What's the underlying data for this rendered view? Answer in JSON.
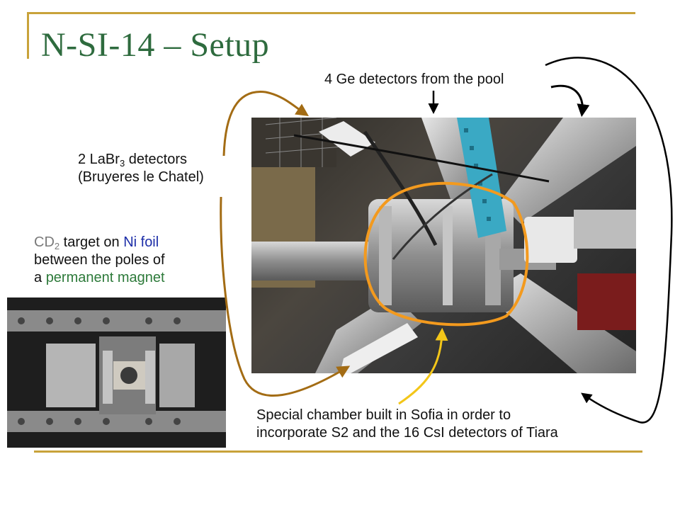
{
  "slide": {
    "title": "N-SI-14 – Setup",
    "colors": {
      "title": "#2e6b3e",
      "rule": "#c8a23a",
      "bronze_arrow": "#a36c14",
      "gold_arrow": "#f3c619",
      "orange_ring": "#f39a1e",
      "black_arrow": "#000000"
    }
  },
  "labels": {
    "ge_detectors": "4 Ge detectors from the pool",
    "labr3": {
      "prefix": "2 LaBr",
      "sub": "3",
      "suffix": " detectors",
      "line2": "(Bruyeres le Chatel)"
    },
    "target": {
      "cd": "CD",
      "cd_sub": "2",
      "mid": " target on ",
      "ni": "Ni foil",
      "line2": "between the poles of",
      "line3_prefix": "a ",
      "line3_green": "permanent magnet"
    },
    "chamber": {
      "line1": "Special chamber built in Sofia in order to",
      "line2": "incorporate S2 and the 16 CsI detectors of Tiara"
    }
  }
}
